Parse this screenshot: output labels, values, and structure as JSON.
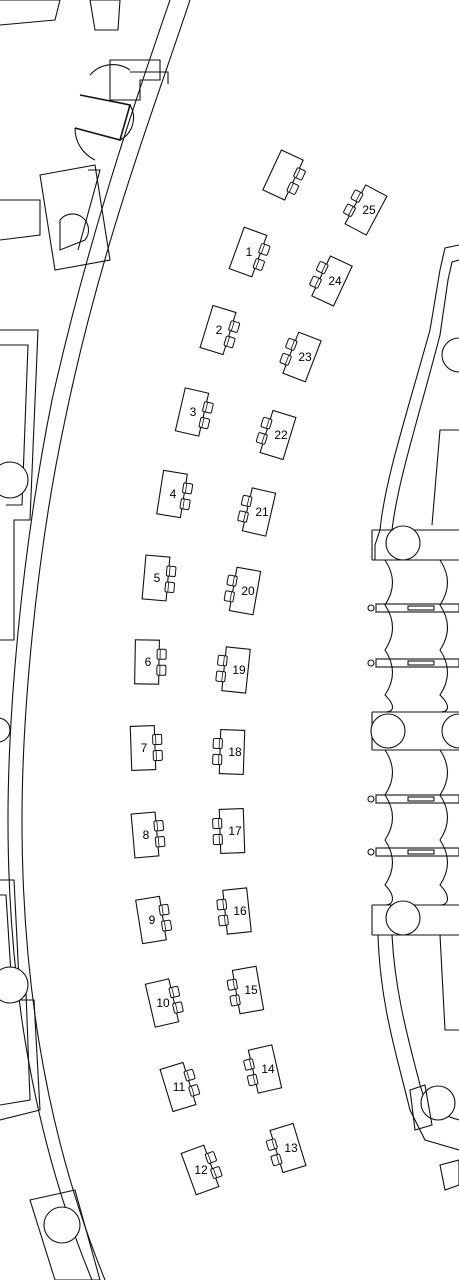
{
  "floor_plan": {
    "desk_labels": [
      "",
      "1",
      "2",
      "3",
      "4",
      "5",
      "6",
      "7",
      "8",
      "9",
      "10",
      "11",
      "12",
      "13",
      "14",
      "15",
      "16",
      "17",
      "18",
      "19",
      "20",
      "21",
      "22",
      "23",
      "24",
      "25"
    ]
  }
}
